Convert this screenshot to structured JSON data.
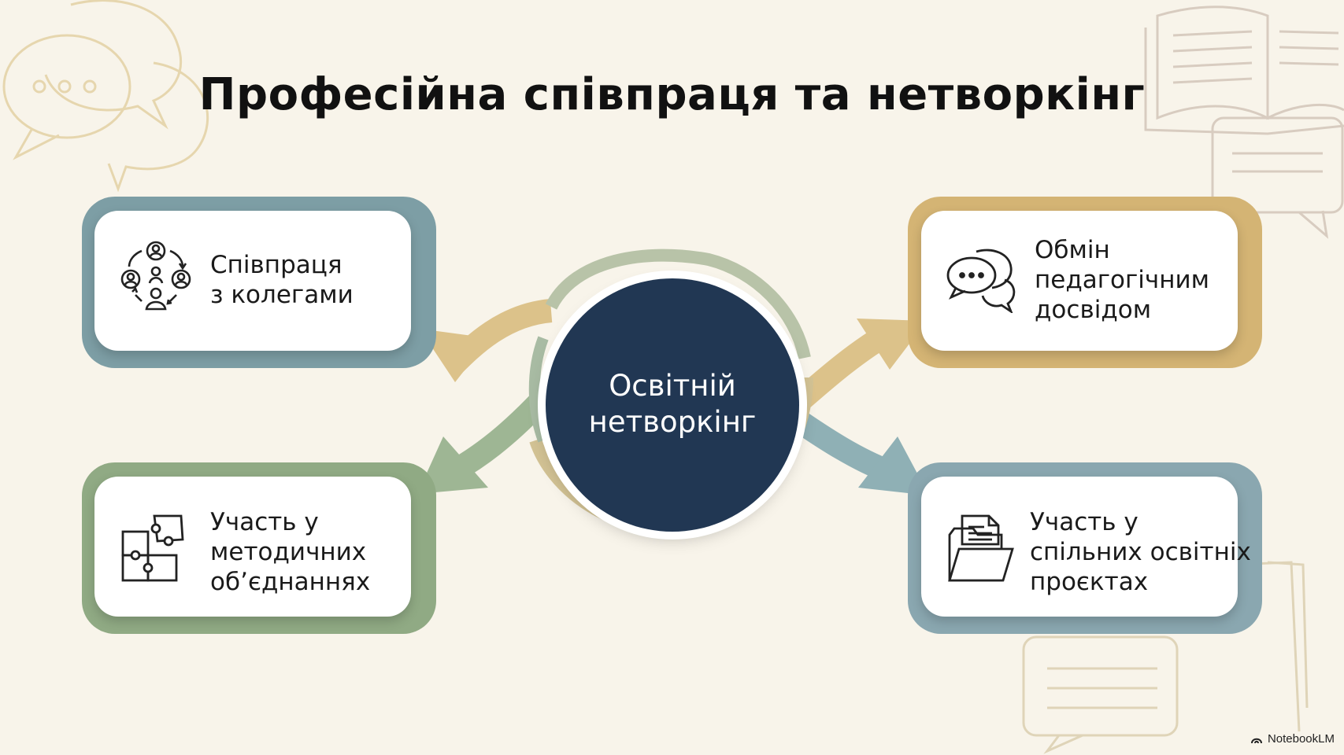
{
  "title": "Професійна співпраця та нетворкінг",
  "hub": {
    "label": "Освітній\nнетворкінг"
  },
  "nodes": [
    {
      "id": "collaboration",
      "label": "Співпраця\nз колегами",
      "icon": "people-network-icon",
      "frame_color": "#7d9ea5"
    },
    {
      "id": "experience",
      "label": "Обмін\nпедагогічним\nдосвідом",
      "icon": "chat-bubbles-icon",
      "frame_color": "#d4b474"
    },
    {
      "id": "methodical",
      "label": "Участь у\nметодичних\nоб’єднаннях",
      "icon": "puzzle-icon",
      "frame_color": "#90aa84"
    },
    {
      "id": "projects",
      "label": "Участь у\nспільних освітніх\nпроєктах",
      "icon": "folder-documents-icon",
      "frame_color": "#8aa7b0"
    }
  ],
  "brand": {
    "label": "NotebookLM",
    "icon": "notebooklm-logo-icon"
  },
  "colors": {
    "background": "#f8f4ea",
    "hub": "#213753",
    "arrow_gold": "#dcc28a",
    "arrow_green": "#9eb694",
    "arrow_teal": "#8fb0b5",
    "decor_line": "#e6d6ae"
  }
}
